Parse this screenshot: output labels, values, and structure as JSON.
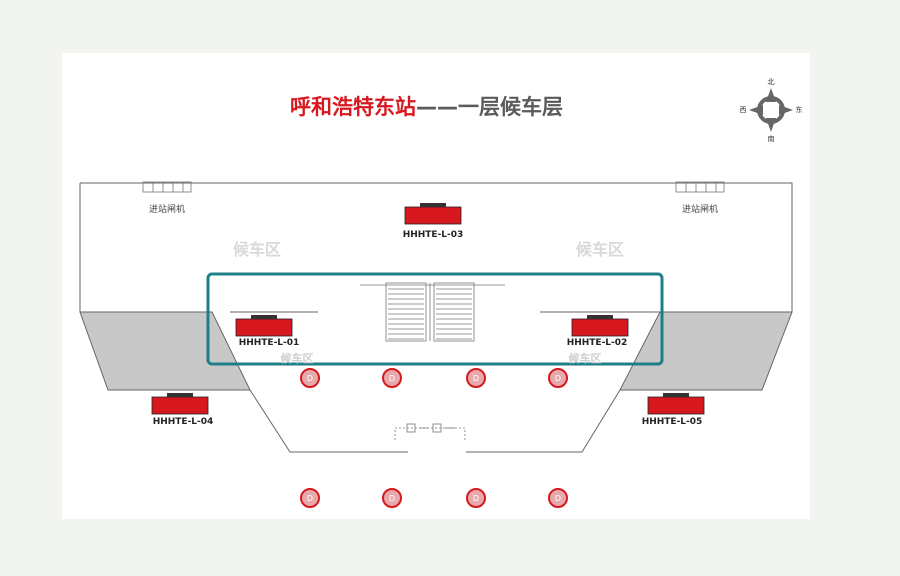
{
  "map": {
    "title_main": "呼和浩特东站",
    "title_dash": "——",
    "title_sub": "一层候车层",
    "gate_labels": [
      "进站闸机",
      "进站闸机"
    ],
    "zone_labels": [
      "候车区",
      "候车区"
    ],
    "zone_faint": "候车区",
    "ad_labels": {
      "l01": "HHHTE-L-01",
      "l02": "HHHTE-L-02",
      "l03": "HHHTE-L-03",
      "l04": "HHHTE-L-04",
      "l05": "HHHTE-L-05"
    },
    "pin_glyph": "D",
    "compass": {
      "n": "北",
      "s": "南",
      "w": "西",
      "e": "东"
    },
    "colors": {
      "ad_red": "#d7191f",
      "highlight_teal": "#1f7f86",
      "pin_red": "#d7191f",
      "title_red": "#d7191f",
      "title_gray": "#5b5b5b"
    }
  }
}
